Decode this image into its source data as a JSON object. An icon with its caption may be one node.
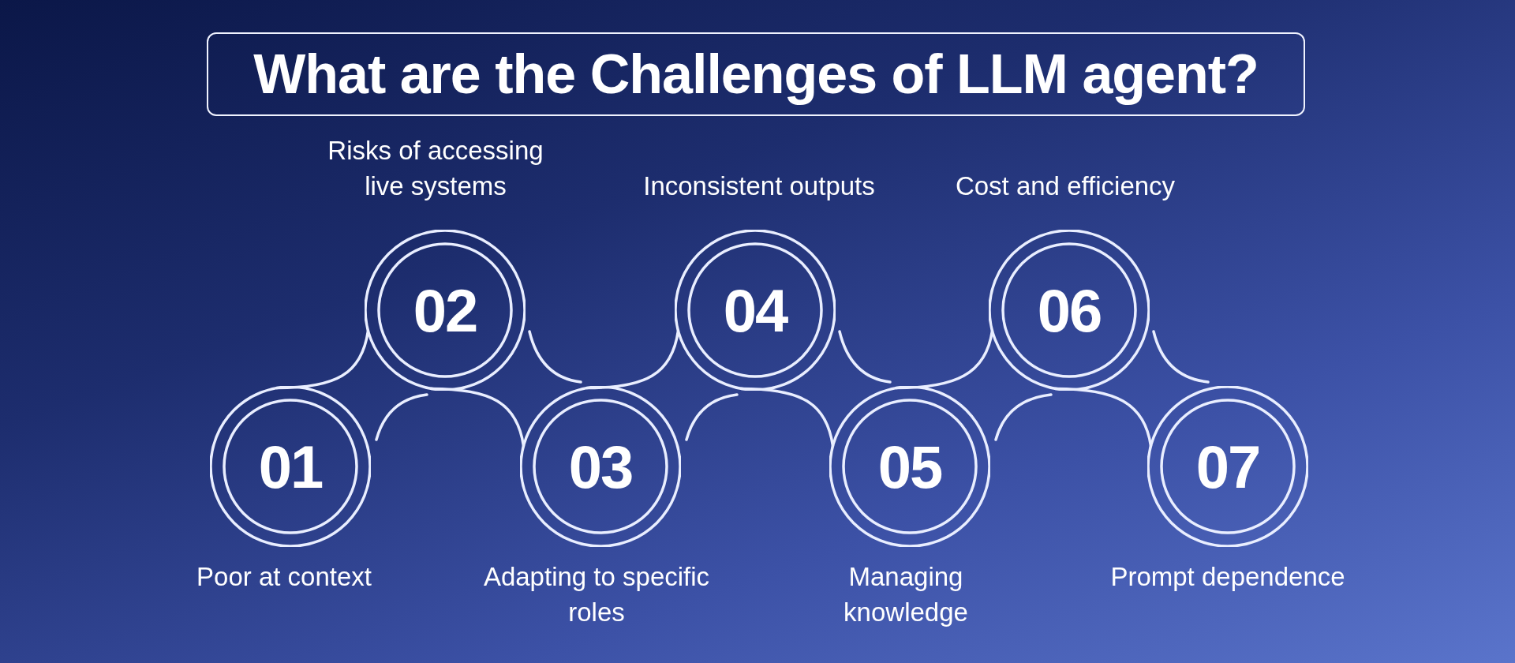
{
  "diagram": {
    "title": "What are the Challenges of LLM agent?",
    "nodes": [
      {
        "text": [
          "01"
        ],
        "beside": [
          "Poor at context"
        ]
      },
      {
        "text": [
          "02"
        ],
        "beside": [
          "Risks of accessing live systems"
        ]
      },
      {
        "text": [
          "03"
        ],
        "beside": [
          "Adapting to specific roles"
        ]
      },
      {
        "text": [
          "04"
        ],
        "beside": [
          "Inconsistent outputs"
        ]
      },
      {
        "text": [
          "05"
        ],
        "beside": [
          "Managing knowledge"
        ]
      },
      {
        "text": [
          "06"
        ],
        "beside": [
          "Cost and efficiency"
        ]
      },
      {
        "text": [
          "07"
        ],
        "beside": [
          "Prompt dependence"
        ]
      }
    ],
    "edges": [
      {
        "from": 0,
        "to": 1,
        "arrow": "none"
      },
      {
        "from": 1,
        "to": 2,
        "arrow": "none"
      },
      {
        "from": 2,
        "to": 3,
        "arrow": "none"
      },
      {
        "from": 3,
        "to": 4,
        "arrow": "none"
      },
      {
        "from": 4,
        "to": 5,
        "arrow": "none"
      },
      {
        "from": 5,
        "to": 6,
        "arrow": "none"
      }
    ]
  }
}
